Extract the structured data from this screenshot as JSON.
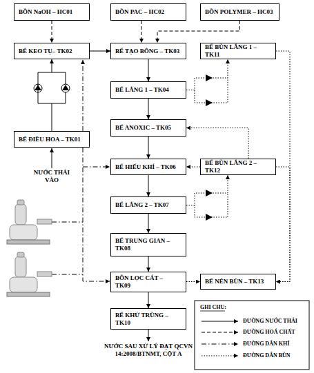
{
  "diagram": {
    "nodes": [
      {
        "text": [
          "BỒN NaOH – HC01"
        ]
      },
      {
        "text": [
          "BỒN PAC – HC02"
        ]
      },
      {
        "text": [
          "BỒN POLYMER – HC03"
        ]
      },
      {
        "text": [
          "BỂ KEO TỤ– TK02"
        ]
      },
      {
        "text": [
          "BỂ TẠO BÔNG – TK03"
        ]
      },
      {
        "text": [
          "BỂ BÙN LẮNG 1 – TK11"
        ]
      },
      {
        "text": [
          "BỂ LẮNG 1 – TK04"
        ]
      },
      {
        "text": [
          "BỂ ANOXIC – TK05"
        ]
      },
      {
        "text": [
          "BỂ ĐIỀU HOA – TK01"
        ]
      },
      {
        "text": [
          "BỂ HIẾU KHÍ – TK06"
        ]
      },
      {
        "text": [
          "BỂ BÙN LẮNG 2 – TK12"
        ]
      },
      {
        "text": [
          "BỂ LẮNG 2 – TK07"
        ]
      },
      {
        "text": [
          "BỂ TRUNG GIAN – TK08"
        ]
      },
      {
        "text": [
          "BỒN LỌC CÁT – TK09"
        ]
      },
      {
        "text": [
          "BỂ NÉN BÙN – TK13"
        ]
      },
      {
        "text": [
          "BỂ KHỬ TRÙNG – TK10"
        ]
      }
    ],
    "edges": [
      {
        "from": 0,
        "to": 3,
        "arrow": "to"
      },
      {
        "from": 1,
        "to": 4,
        "arrow": "to"
      },
      {
        "from": 2,
        "to": 4,
        "arrow": "to"
      },
      {
        "from": 8,
        "to": 3,
        "arrow": "to"
      },
      {
        "from": 3,
        "to": 4,
        "arrow": "to"
      },
      {
        "from": 4,
        "to": 6,
        "arrow": "to"
      },
      {
        "from": 6,
        "to": 5,
        "arrow": "to"
      },
      {
        "from": 6,
        "to": 7,
        "arrow": "to"
      },
      {
        "from": 7,
        "to": 9,
        "arrow": "to"
      },
      {
        "from": 9,
        "to": 11,
        "arrow": "to"
      },
      {
        "from": 11,
        "to": 10,
        "arrow": "to"
      },
      {
        "from": 10,
        "to": 7,
        "arrow": "to"
      },
      {
        "from": 10,
        "to": 9,
        "arrow": "to"
      },
      {
        "from": 5,
        "to": 14,
        "arrow": "to"
      },
      {
        "from": 10,
        "to": 14,
        "arrow": "to"
      },
      {
        "from": 11,
        "to": 12,
        "arrow": "to"
      },
      {
        "from": 12,
        "to": 13,
        "arrow": "to"
      },
      {
        "from": 13,
        "to": 14,
        "arrow": "to"
      },
      {
        "from": 13,
        "to": 15,
        "arrow": "to"
      }
    ],
    "labels": [
      "NƯỚC THẢI VÀO",
      "NƯỚC SAU XỬ LÝ ĐẠT QCVN 14:2008/BTNMT, CỘT A",
      "GHI CHU:"
    ],
    "legend": [
      {
        "text": "ĐƯỜNG NƯỚC THẢI"
      },
      {
        "text": "ĐƯỜNG HOÁ CHẤT"
      },
      {
        "text": "ĐƯỜNG DẪN KHÍ"
      },
      {
        "text": "ĐƯỜNG DẪN BÙN"
      }
    ]
  }
}
